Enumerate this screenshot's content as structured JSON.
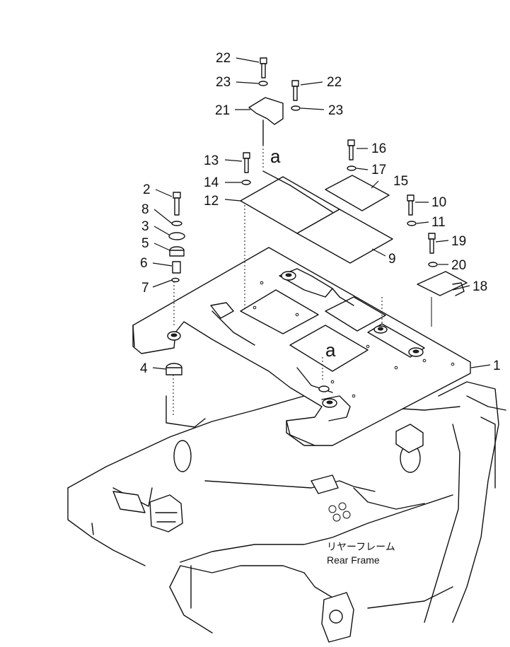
{
  "parts": [
    {
      "id": "p22a",
      "number": "22"
    },
    {
      "id": "p23a",
      "number": "23"
    },
    {
      "id": "p21",
      "number": "21"
    },
    {
      "id": "p22b",
      "number": "22"
    },
    {
      "id": "p23b",
      "number": "23"
    },
    {
      "id": "p16",
      "number": "16"
    },
    {
      "id": "p17",
      "number": "17"
    },
    {
      "id": "p15",
      "number": "15"
    },
    {
      "id": "p13",
      "number": "13"
    },
    {
      "id": "p14",
      "number": "14"
    },
    {
      "id": "p12",
      "number": "12"
    },
    {
      "id": "p2",
      "number": "2"
    },
    {
      "id": "p8",
      "number": "8"
    },
    {
      "id": "p3",
      "number": "3"
    },
    {
      "id": "p5",
      "number": "5"
    },
    {
      "id": "p6",
      "number": "6"
    },
    {
      "id": "p7",
      "number": "7"
    },
    {
      "id": "p10",
      "number": "10"
    },
    {
      "id": "p11",
      "number": "11"
    },
    {
      "id": "p19",
      "number": "19"
    },
    {
      "id": "p20",
      "number": "20"
    },
    {
      "id": "p9",
      "number": "9"
    },
    {
      "id": "p18",
      "number": "18"
    },
    {
      "id": "p1",
      "number": "1"
    },
    {
      "id": "p4",
      "number": "4"
    }
  ],
  "view_markers": [
    "a",
    "a"
  ],
  "rear_frame": {
    "japanese": "リヤーフレーム",
    "english": "Rear Frame"
  }
}
